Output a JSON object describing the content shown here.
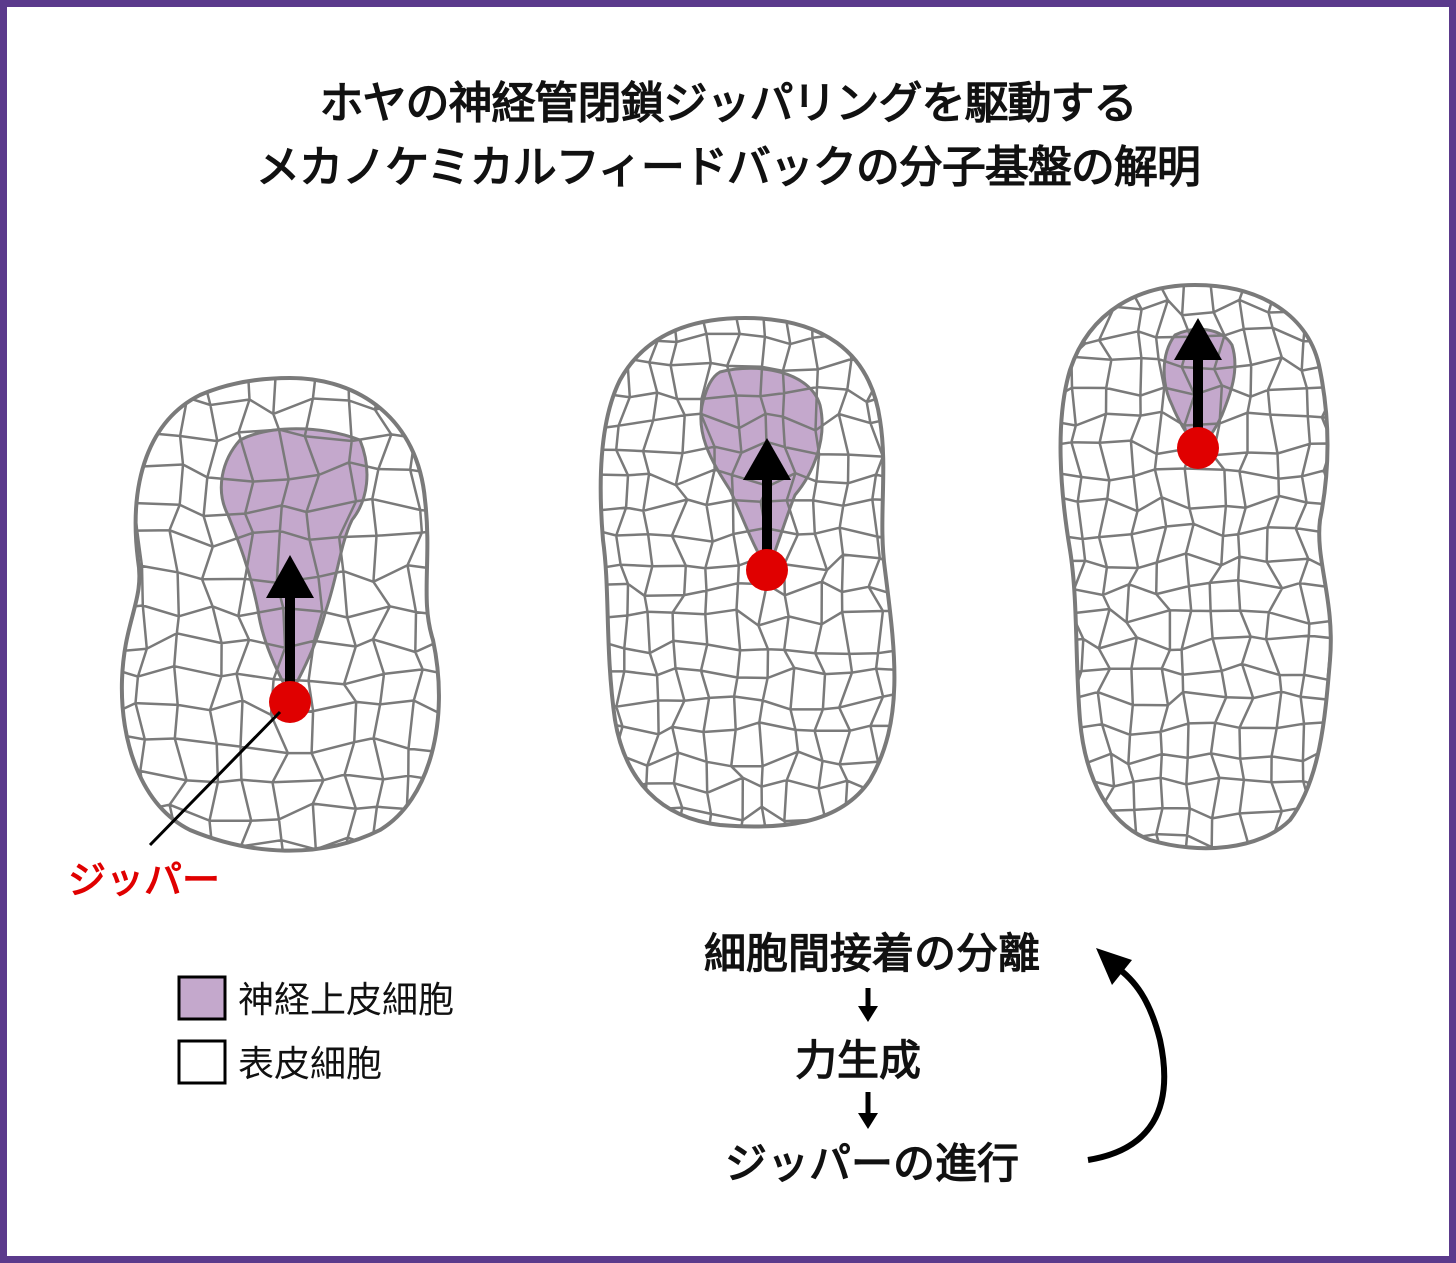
{
  "title": {
    "line1": "ホヤの神経管閉鎖ジッパリングを駆動する",
    "line2": "メカノケミカルフィードバックの分子基盤の解明"
  },
  "zipper_label": "ジッパー",
  "legend": {
    "neural": "神経上皮細胞",
    "epidermal": "表皮細胞"
  },
  "cycle": {
    "step1": "細胞間接着の分離",
    "step2": "力生成",
    "step3": "ジッパーの進行"
  },
  "colors": {
    "frame": "#5b3a8c",
    "neural_fill": "#c4a8cc",
    "cell_line": "#7a7a7a",
    "zipper": "#e00000",
    "arrow": "#000000"
  }
}
